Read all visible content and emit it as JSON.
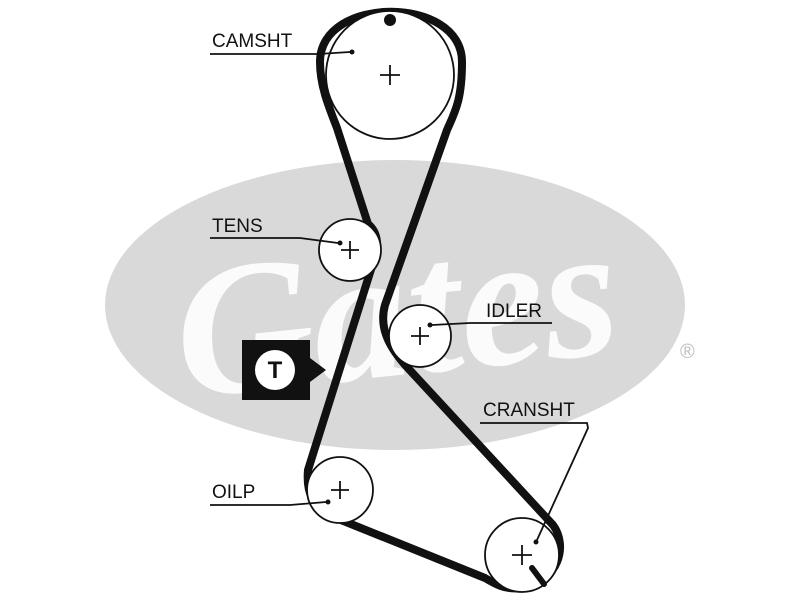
{
  "watermark": {
    "text": "Gates",
    "registered": "®",
    "color": "#d9d9d9"
  },
  "pulleys": {
    "camshaft": "CAMSHT",
    "tensioner": "TENS",
    "idler": "IDLER",
    "crankshaft": "CRANSHT",
    "oil_pump": "OILP"
  },
  "marker": {
    "letter": "T"
  },
  "colors": {
    "belt": "#111111",
    "marker_bg": "#111111",
    "marker_fg": "#ffffff"
  }
}
